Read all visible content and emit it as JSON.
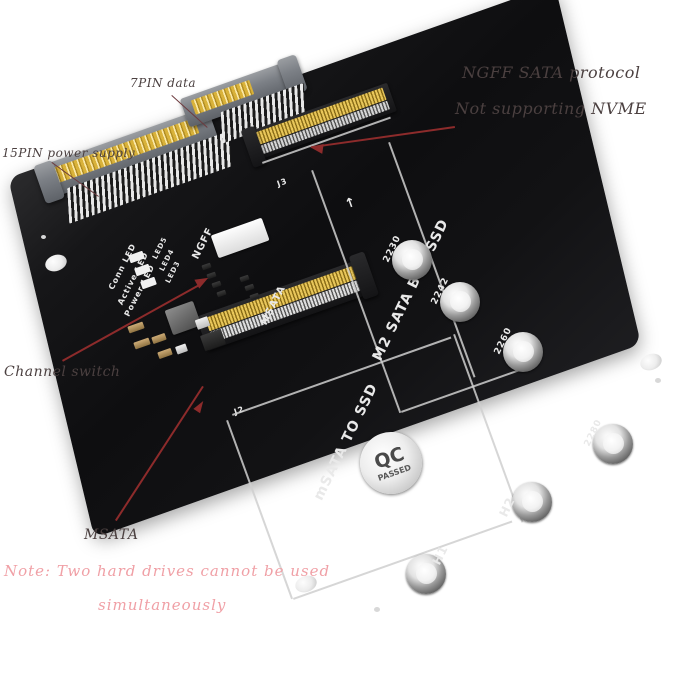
{
  "image": {
    "subject": "mSATA and M.2 NGFF to SATA adapter board product photo",
    "background_color": "#ffffff"
  },
  "annotations": {
    "color": "#4b4040",
    "leader_color": "#6d3b3f",
    "items": [
      {
        "id": "pin7",
        "label": "7PIN data"
      },
      {
        "id": "pin15",
        "label": "15PIN power supply"
      },
      {
        "id": "ngff_protocol",
        "label": "NGFF SATA protocol"
      },
      {
        "id": "no_nvme",
        "label": "Not supporting NVME"
      },
      {
        "id": "channel_switch",
        "label": "Channel switch"
      },
      {
        "id": "msata",
        "label": "MSATA"
      }
    ]
  },
  "note": {
    "color": "#f0a0a6",
    "line1": "Note: Two hard drives cannot be used",
    "line2": "simultaneously"
  },
  "board": {
    "color": "#121214",
    "silkscreen": {
      "m2_zone_title": "M2 SATA BUS SSD",
      "msata_zone_title": "mSATA TO SSD",
      "switch_top": "NGFF",
      "switch_bottom": "MSATA",
      "led_labels": [
        "Conn LED",
        "Active LED",
        "Power LED"
      ],
      "led_refs": [
        "LED5",
        "LED4",
        "LED3"
      ],
      "connector_refs": [
        "J3",
        "J2"
      ],
      "arrow_marker": "↑"
    },
    "standoff_holes": [
      {
        "id": "h2230",
        "label": "2230"
      },
      {
        "id": "h2242",
        "label": "2242"
      },
      {
        "id": "h2260",
        "label": "2260"
      },
      {
        "id": "h2280",
        "label": "2280"
      },
      {
        "id": "hH1",
        "label": "H1"
      },
      {
        "id": "hH2",
        "label": "H2"
      }
    ],
    "qc_sticker": {
      "main": "QC",
      "sub": "PASSED"
    }
  }
}
